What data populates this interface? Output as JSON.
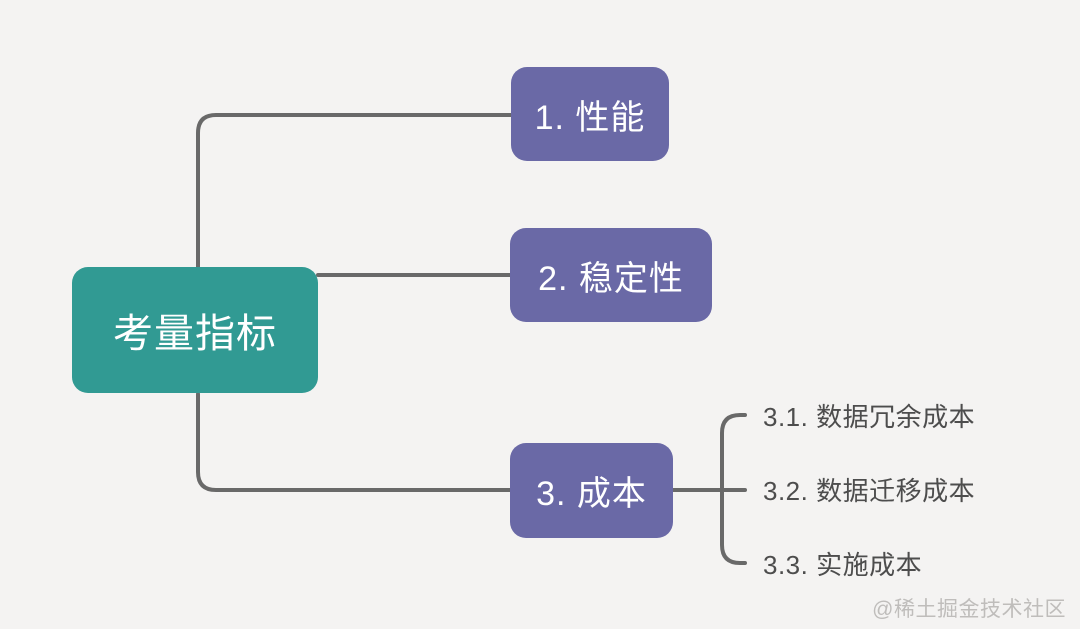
{
  "diagram": {
    "root": {
      "label": "考量指标"
    },
    "branches": [
      {
        "label": "1. 性能"
      },
      {
        "label": "2. 稳定性"
      },
      {
        "label": "3. 成本",
        "children": [
          {
            "label": "3.1. 数据冗余成本"
          },
          {
            "label": "3.2. 数据迁移成本"
          },
          {
            "label": "3.3. 实施成本"
          }
        ]
      }
    ],
    "watermark": "@稀土掘金技术社区",
    "colors": {
      "background": "#F4F3F2",
      "root_bg": "#319A93",
      "branch_bg": "#6A69A6",
      "line": "#696969",
      "node_text": "#FFFFFF",
      "sub_text": "#4D4D4D",
      "watermark": "#BFBDBB"
    }
  }
}
